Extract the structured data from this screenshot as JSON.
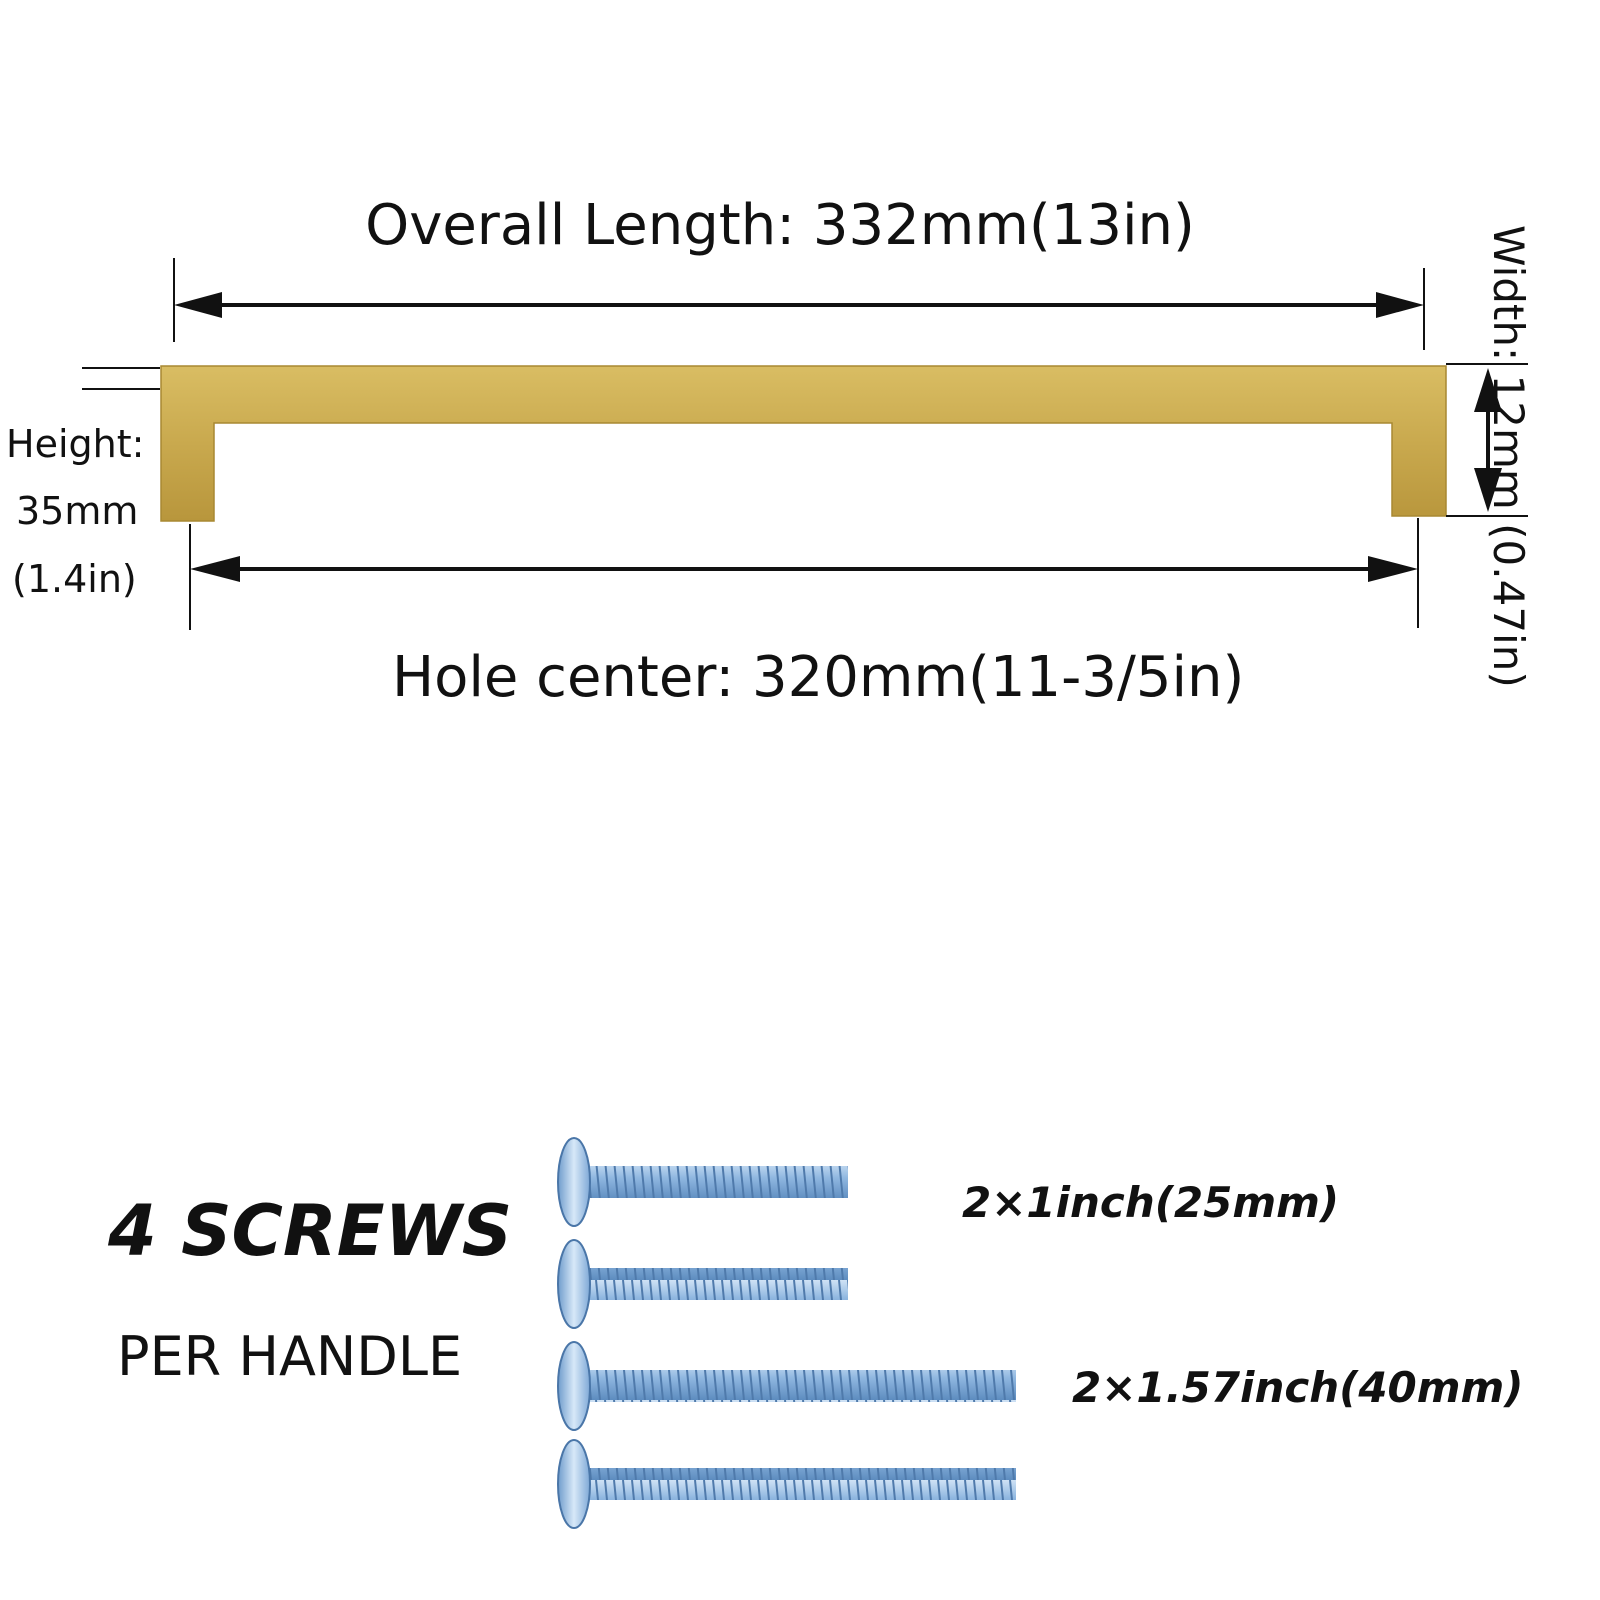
{
  "dimensions": {
    "overall_length": "Overall Length: 332mm(13in)",
    "hole_center": "Hole center: 320mm(11-3/5in)",
    "height_title": "Height:",
    "height_mm": "35mm",
    "height_in": "(1.4in)",
    "width": "Width:  12mm  (0.47in)"
  },
  "screws": {
    "count": "4 SCREWS",
    "per_handle": "PER HANDLE",
    "short_label": "2×1inch(25mm)",
    "long_label": "2×1.57inch(40mm)"
  },
  "colors": {
    "handle_gold": "#c9a94e",
    "screw_blue": "#8fb7e0",
    "line": "#111111"
  }
}
